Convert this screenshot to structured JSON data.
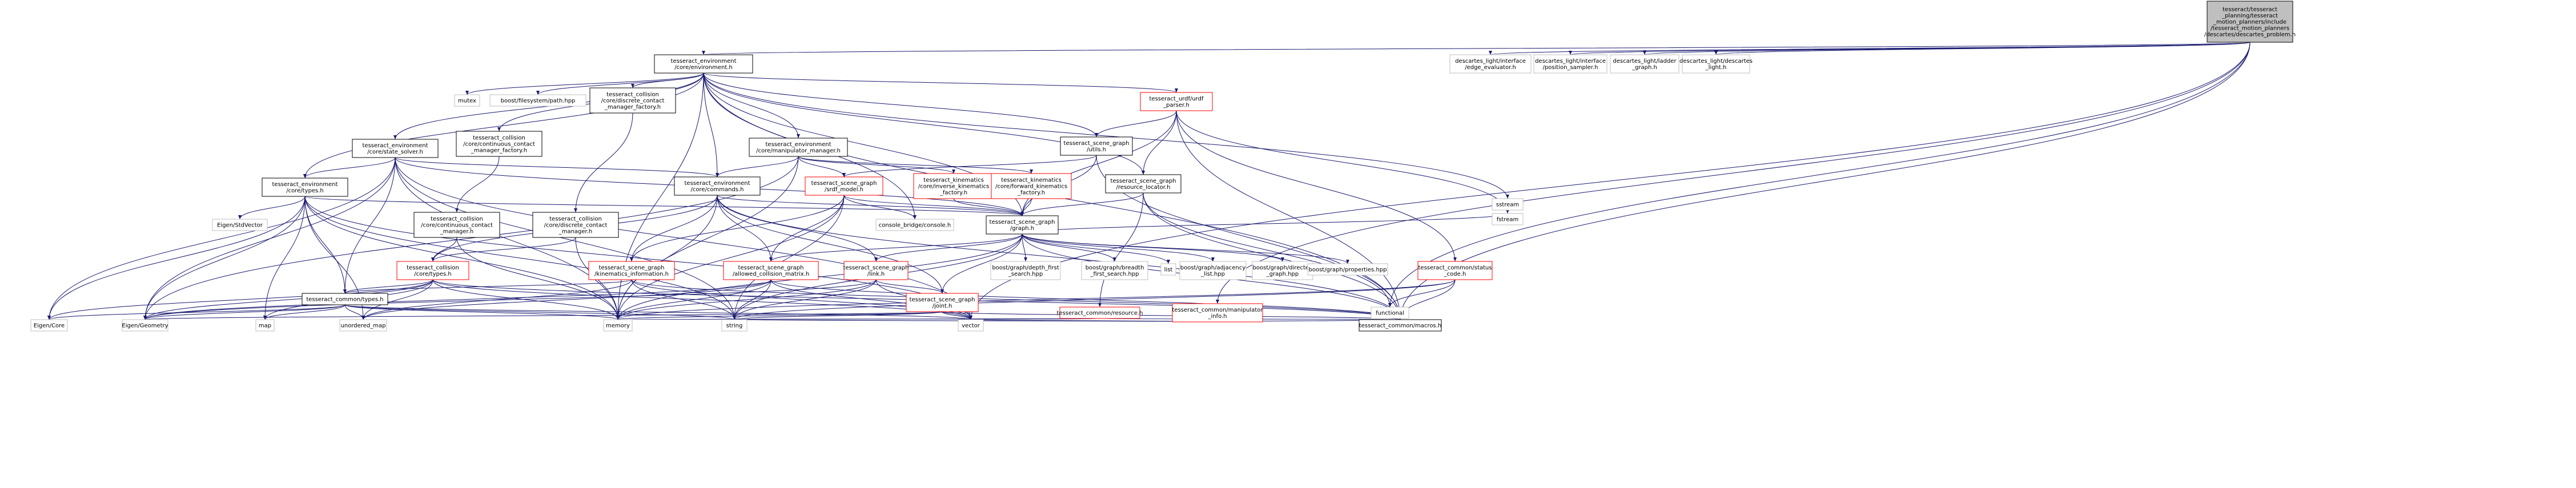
{
  "graph": {
    "nodes": {
      "root": [
        "tesseract/tesseract",
        "_planning/tesseract",
        "_motion_planners/include",
        "/tesseract_motion_planners",
        "/descartes/descartes_problem.h"
      ],
      "env": [
        "tesseract_environment",
        "/core/environment.h"
      ],
      "dl_edge": [
        "descartes_light/interface",
        "/edge_evaluator.h"
      ],
      "dl_pos": [
        "descartes_light/interface",
        "/position_sampler.h"
      ],
      "dl_ladder": [
        "descartes_light/ladder",
        "_graph.h"
      ],
      "dl_desc": [
        "descartes_light/descartes",
        "_light.h"
      ],
      "urdf": [
        "tesseract_urdf/urdf",
        "_parser.h"
      ],
      "mutex": [
        "mutex"
      ],
      "bfs_path": [
        "boost/filesystem/path.hpp"
      ],
      "disc_fact": [
        "tesseract_collision",
        "/core/discrete_contact",
        "_manager_factory.h"
      ],
      "cont_fact": [
        "tesseract_collision",
        "/core/continuous_contact",
        "_manager_factory.h"
      ],
      "state_solver": [
        "tesseract_environment",
        "/core/state_solver.h"
      ],
      "manip_mgr": [
        "tesseract_environment",
        "/core/manipulator_manager.h"
      ],
      "sg_utils": [
        "tesseract_scene_graph",
        "/utils.h"
      ],
      "env_types": [
        "tesseract_environment",
        "/core/types.h"
      ],
      "env_cmds": [
        "tesseract_environment",
        "/core/commands.h"
      ],
      "srdf": [
        "tesseract_scene_graph",
        "/srdf_model.h"
      ],
      "inv_kin": [
        "tesseract_kinematics",
        "/core/inverse_kinematics",
        "_factory.h"
      ],
      "fwd_kin": [
        "tesseract_kinematics",
        "/core/forward_kinematics",
        "_factory.h"
      ],
      "res_loc": [
        "tesseract_scene_graph",
        "/resource_locator.h"
      ],
      "sstream": [
        "sstream"
      ],
      "fstream": [
        "fstream"
      ],
      "eigen_stl": [
        "Eigen/StdVector"
      ],
      "cont_mgr": [
        "tesseract_collision",
        "/core/continuous_contact",
        "_manager.h"
      ],
      "disc_mgr": [
        "tesseract_collision",
        "/core/discrete_contact",
        "_manager.h"
      ],
      "console": [
        "console_bridge/console.h"
      ],
      "graph": [
        "tesseract_scene_graph",
        "/graph.h"
      ],
      "coll_types": [
        "tesseract_collision",
        "/core/types.h"
      ],
      "kin_info": [
        "tesseract_scene_graph",
        "/kinematics_information.h"
      ],
      "allowed": [
        "tesseract_scene_graph",
        "/allowed_collision_matrix.h"
      ],
      "link": [
        "tesseract_scene_graph",
        "/link.h"
      ],
      "dfs": [
        "boost/graph/depth_first",
        "_search.hpp"
      ],
      "bfs": [
        "boost/graph/breadth",
        "_first_search.hpp"
      ],
      "list": [
        "list"
      ],
      "adj": [
        "boost/graph/adjacency",
        "_list.hpp"
      ],
      "directed": [
        "boost/graph/directed",
        "_graph.hpp"
      ],
      "props": [
        "boost/graph/properties.hpp"
      ],
      "status": [
        "tesseract_common/status",
        "_code.h"
      ],
      "common_types": [
        "tesseract_common/types.h"
      ],
      "joint": [
        "tesseract_scene_graph",
        "/joint.h"
      ],
      "resource": [
        "tesseract_common/resource.h"
      ],
      "manip_info": [
        "tesseract_common/manipulator",
        "_info.h"
      ],
      "functional": [
        "functional"
      ],
      "eigen_core": [
        "Eigen/Core"
      ],
      "eigen_geom": [
        "Eigen/Geometry"
      ],
      "map": [
        "map"
      ],
      "unordered_map": [
        "unordered_map"
      ],
      "memory": [
        "memory"
      ],
      "string": [
        "string"
      ],
      "vector": [
        "vector"
      ],
      "macros": [
        "tesseract_common/macros.h"
      ]
    },
    "colors": {
      "root_fill": "#bfbfbf",
      "edge": "#191970",
      "node_border": "#000000",
      "truncated_border": "#ff0000",
      "external_border": "#bfbfbf"
    }
  }
}
